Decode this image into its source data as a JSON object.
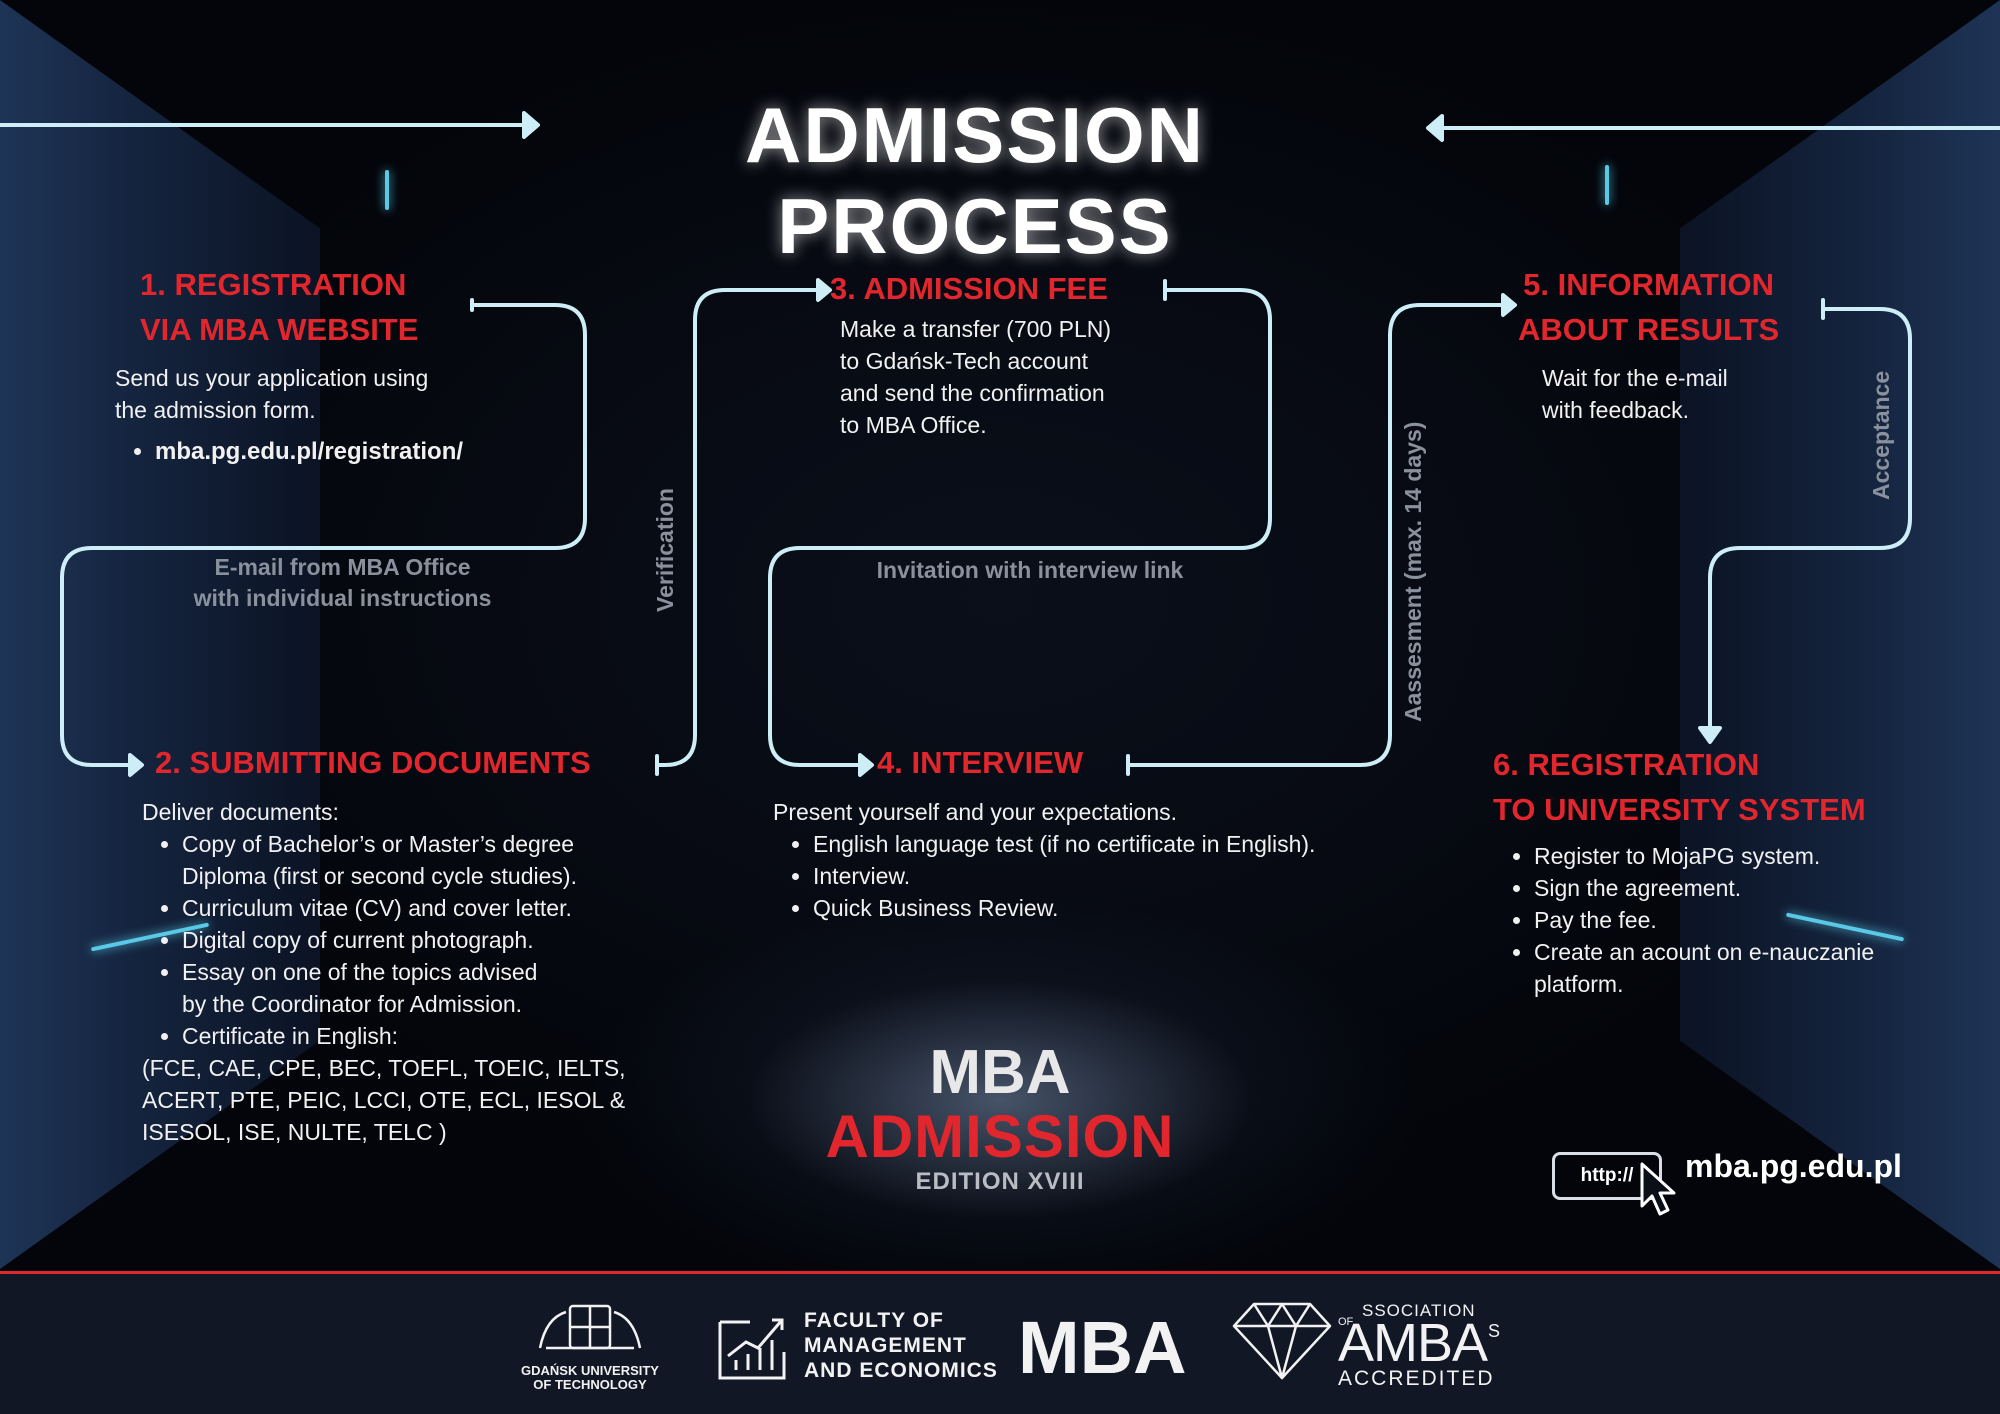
{
  "title": "ADMISSION PROCESS",
  "steps": [
    {
      "heading_1": "1. REGISTRATION",
      "heading_2": "VIA MBA WEBSITE",
      "text_1": "Send us your application using",
      "text_2": "the admission form.",
      "link": "mba.pg.edu.pl/registration/"
    },
    {
      "heading": "2. SUBMITTING DOCUMENTS",
      "intro": "Deliver documents:",
      "items": [
        [
          "Copy of Bachelor’s or Master’s degree",
          "Diploma (first or second cycle studies)."
        ],
        [
          "Curriculum vitae (CV) and cover letter."
        ],
        [
          "Digital copy of current photograph."
        ],
        [
          "Essay on one of the topics advised",
          "by the Coordinator for Admission."
        ],
        [
          "Certificate in English:"
        ]
      ],
      "cert_1": "(FCE, CAE, CPE, BEC, TOEFL, TOEIC, IELTS,",
      "cert_2": "ACERT, PTE, PEIC, LCCI, OTE, ECL, IESOL &",
      "cert_3": "ISESOL, ISE, NULTE, TELC )"
    },
    {
      "heading": "3. ADMISSION FEE",
      "lines": [
        "Make a transfer (700 PLN)",
        "to Gdańsk-Tech account",
        "and send the confirmation",
        "to MBA Office."
      ]
    },
    {
      "heading": "4. INTERVIEW",
      "intro": "Present yourself and your expectations.",
      "items": [
        "English language test (if no certificate in English).",
        "Interview.",
        "Quick Business Review."
      ]
    },
    {
      "heading_1": "5. INFORMATION",
      "heading_2": "ABOUT RESULTS",
      "text_1": "Wait for the e-mail",
      "text_2": "with feedback."
    },
    {
      "heading_1": "6. REGISTRATION",
      "heading_2": "TO UNIVERSITY SYSTEM",
      "items": [
        [
          "Register to MojaPG system."
        ],
        [
          "Sign the agreement."
        ],
        [
          "Pay the fee."
        ],
        [
          "Create an acount on e-nauczanie",
          "platform."
        ]
      ]
    }
  ],
  "connectors": {
    "email_1": "E-mail from MBA Office",
    "email_2": "with individual instructions",
    "verification": "Verification",
    "invitation": "Invitation with interview link",
    "assessment": "Aassesment (max. 14 days)",
    "acceptance": "Acceptance"
  },
  "logo": {
    "line1": "MBA",
    "line2": "ADMISSION",
    "line3": "EDITION XVIII"
  },
  "website": {
    "protocol": "http://",
    "url": "mba.pg.edu.pl"
  },
  "footer": {
    "gut_1": "GDAŃSK UNIVERSITY",
    "gut_2": "OF TECHNOLOGY",
    "fme_1": "FACULTY OF",
    "fme_2": "MANAGEMENT",
    "fme_3": "AND ECONOMICS",
    "mba": "MBA",
    "amba_association": "SSOCIATION",
    "amba_of": "OF",
    "amba_main": "AMBA",
    "amba_s": "S",
    "amba_accredited": "ACCREDITED"
  },
  "colors": {
    "accent_red": "#e2262d",
    "flow_line": "#cdeef7",
    "glow_cyan": "#59c9e6"
  }
}
